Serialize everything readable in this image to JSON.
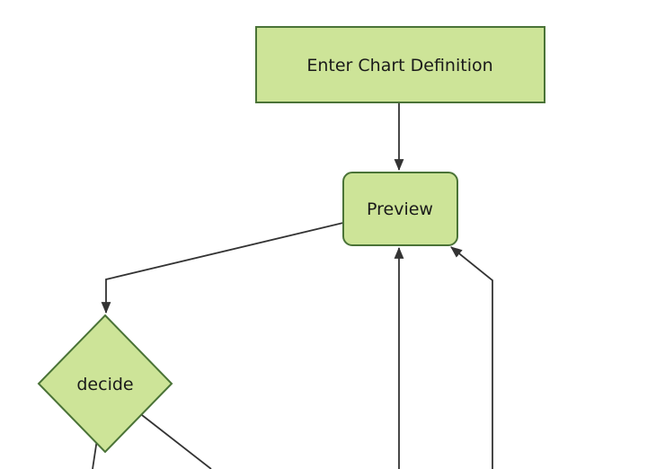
{
  "diagram": {
    "type": "flowchart",
    "orientation": "top-down",
    "nodes": [
      {
        "id": "A",
        "label": "Enter Chart Definition",
        "shape": "rectangle"
      },
      {
        "id": "B",
        "label": "Preview",
        "shape": "rounded-rectangle"
      },
      {
        "id": "C",
        "label": "decide",
        "shape": "diamond"
      }
    ],
    "edges": [
      {
        "from": "A",
        "to": "B",
        "arrowhead": true
      },
      {
        "from": "B",
        "to": "C",
        "arrowhead": true
      },
      {
        "from": "C",
        "to": "offscreen-bottom-left",
        "arrowhead": false
      },
      {
        "from": "C",
        "to": "offscreen-bottom-right",
        "arrowhead": false
      },
      {
        "from": "offscreen-bottom-center",
        "to": "B",
        "arrowhead": true
      },
      {
        "from": "offscreen-bottom-right",
        "to": "B",
        "arrowhead": true
      }
    ],
    "colors": {
      "node_fill": "#cde498",
      "node_border": "#4a7337",
      "edge": "#333333",
      "text": "#1a1a1a",
      "background": "#ffffff"
    }
  }
}
